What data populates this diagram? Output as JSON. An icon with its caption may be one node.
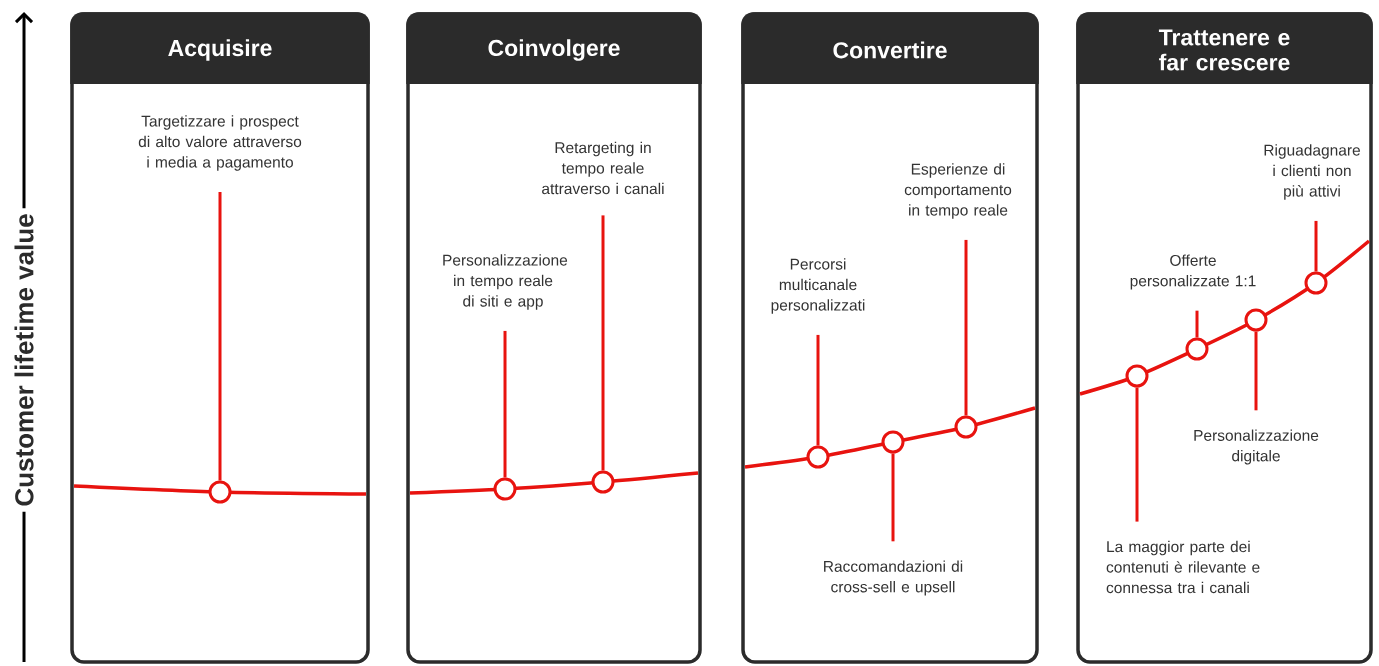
{
  "diagram": {
    "nodes": [
      {
        "text": [
          "Acquisire"
        ]
      },
      {
        "text": [
          "Coinvolgere"
        ]
      },
      {
        "text": [
          "Convertire"
        ]
      },
      {
        "text": [
          "Trattenere e far crescere"
        ]
      },
      {
        "text": [
          "Targetizzare i prospect di alto valore attraverso i media a pagamento"
        ],
        "in": 0
      },
      {
        "text": [],
        "shape": "circle",
        "in": 0
      },
      {
        "text": [
          "Retargeting in tempo reale attraverso i canali"
        ],
        "in": 1
      },
      {
        "text": [
          "Personalizzazione in tempo reale di siti e app"
        ],
        "in": 1
      },
      {
        "text": [],
        "shape": "circle",
        "in": 1
      },
      {
        "text": [],
        "shape": "circle",
        "in": 1
      },
      {
        "text": [
          "Esperienze di comportamento in tempo reale"
        ],
        "in": 2
      },
      {
        "text": [
          "Percorsi multicanale personalizzati"
        ],
        "in": 2
      },
      {
        "text": [],
        "shape": "circle",
        "in": 2
      },
      {
        "text": [],
        "shape": "circle",
        "in": 2
      },
      {
        "text": [],
        "shape": "circle",
        "in": 2
      },
      {
        "text": [
          "Raccomandazioni di cross-sell e upsell"
        ],
        "in": 2
      },
      {
        "text": [
          "Riguadagnare i clienti non più attivi"
        ],
        "in": 3
      },
      {
        "text": [
          "Offerte personalizzate 1:1"
        ],
        "in": 3
      },
      {
        "text": [],
        "shape": "circle",
        "in": 3
      },
      {
        "text": [],
        "shape": "circle",
        "in": 3
      },
      {
        "text": [],
        "shape": "circle",
        "in": 3
      },
      {
        "text": [],
        "shape": "circle",
        "in": 3
      },
      {
        "text": [
          "Personalizzazione digitale"
        ],
        "in": 3
      },
      {
        "text": [
          "La maggior parte dei contenuti è rilevante e connessa tra i canali"
        ],
        "in": 3
      }
    ],
    "edges": [
      {
        "from": 4,
        "to": 5,
        "arrow": "none"
      },
      {
        "from": 7,
        "to": 8,
        "arrow": "none"
      },
      {
        "from": 6,
        "to": 9,
        "arrow": "none"
      },
      {
        "from": 11,
        "to": 12,
        "arrow": "none"
      },
      {
        "from": 15,
        "to": 13,
        "arrow": "none"
      },
      {
        "from": 10,
        "to": 14,
        "arrow": "none"
      },
      {
        "from": 23,
        "to": 18,
        "arrow": "none"
      },
      {
        "from": 17,
        "to": 19,
        "arrow": "none"
      },
      {
        "from": 22,
        "to": 20,
        "arrow": "none"
      },
      {
        "from": 16,
        "to": 21,
        "arrow": "none"
      }
    ],
    "labels": [
      "Customer lifetime value"
    ]
  }
}
